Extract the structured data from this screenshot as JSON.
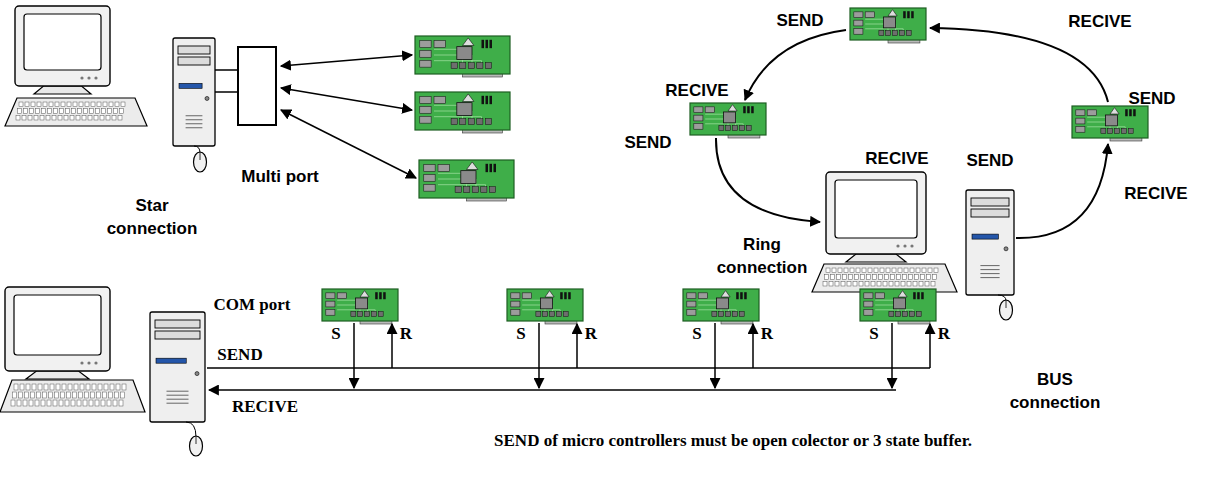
{
  "diagram": {
    "nodes": [
      {
        "text": [
          "Multi port"
        ]
      }
    ],
    "labels": [
      "SEND",
      "RECIVE",
      "RECIVE",
      "SEND",
      "SEND",
      "RECIVE",
      "SEND",
      "RECIVE",
      "Star connection",
      "Ring connection",
      "COM port",
      "S",
      "R",
      "S",
      "R",
      "S",
      "R",
      "S",
      "R",
      "SEND",
      "BUS connection",
      "RECIVE",
      "SEND of micro controllers must be open colector or 3 state buffer."
    ]
  }
}
